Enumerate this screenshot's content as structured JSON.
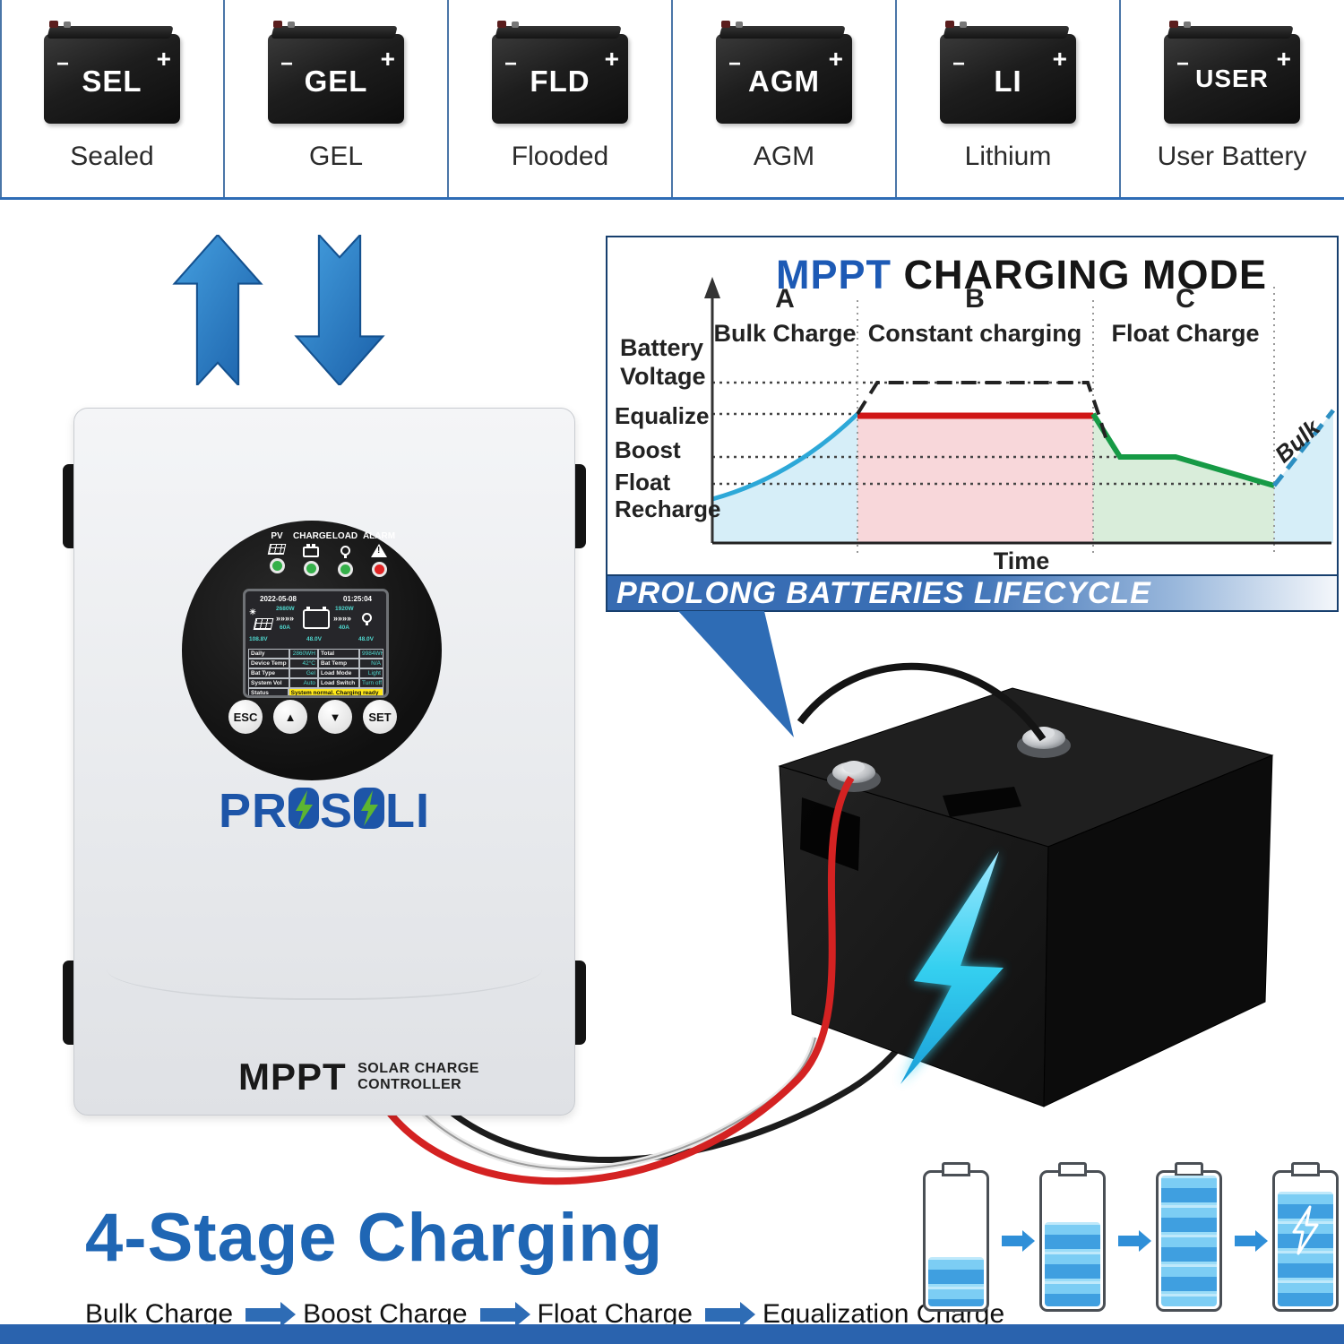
{
  "colors": {
    "accent_blue": "#2e6cb5",
    "title_blue": "#1d5ab5",
    "banner_blue": "#3a6fb5",
    "footer_bar_blue": "#2a63ae",
    "chart_bulk_line": "#2da8d8",
    "chart_constant_line": "#d01616",
    "chart_float_line": "#169a45",
    "chart_bulk_fill": "#d6eef8",
    "chart_constant_fill": "#f8d7da",
    "chart_float_fill": "#d9edda",
    "led_green": "#35b04a",
    "led_red": "#e02424",
    "lcd_value_teal": "#4fd6cd",
    "status_highlight_yellow": "#ffe818",
    "logo_blue": "#1d55a8",
    "logo_bolt_green": "#5cb531",
    "battery_bolt_cyan": "#35d0f0"
  },
  "battery_types": [
    {
      "code": "SEL",
      "label": "Sealed"
    },
    {
      "code": "GEL",
      "label": "GEL"
    },
    {
      "code": "FLD",
      "label": "Flooded"
    },
    {
      "code": "AGM",
      "label": "AGM"
    },
    {
      "code": "LI",
      "label": "Lithium"
    },
    {
      "code": "USER",
      "label": "User Battery"
    }
  ],
  "terminal_minus": "−",
  "terminal_plus": "+",
  "chart": {
    "title_accent": "MPPT",
    "title_rest": " CHARGING MODE",
    "y_label_line1": "Battery",
    "y_label_line2": "Voltage",
    "level_equalize": "Equalize",
    "level_boost": "Boost",
    "level_float": "Float",
    "level_recharge": "Recharge",
    "section_a_key": "A",
    "section_a_label": "Bulk Charge",
    "section_b_key": "B",
    "section_b_label": "Constant charging",
    "section_c_key": "C",
    "section_c_label": "Float Charge",
    "x_label": "Time",
    "bulk_return_label": "Bulk",
    "banner_text": "PROLONG BATTERIES LIFECYCLE"
  },
  "chart_data": {
    "type": "area",
    "title": "MPPT CHARGING MODE",
    "xlabel": "Time",
    "ylabel": "Battery Voltage",
    "x_range": [
      0,
      10
    ],
    "y_levels": {
      "float_recharge": 1.0,
      "boost": 1.45,
      "equalize": 2.2,
      "overshoot_peak": 2.75
    },
    "sections": [
      {
        "name": "A Bulk Charge",
        "x": [
          0,
          2.35
        ],
        "style": "solid cyan rising curve, light-blue area fill",
        "points": [
          [
            0,
            0.78
          ],
          [
            1.2,
            1.35
          ],
          [
            2.35,
            2.2
          ]
        ]
      },
      {
        "name": "B Constant charging",
        "x": [
          2.35,
          6.2
        ],
        "style": "solid red flat line at Equalize level, pink area fill",
        "points": [
          [
            2.35,
            2.2
          ],
          [
            6.2,
            2.2
          ]
        ]
      },
      {
        "name": "C Float Charge",
        "x": [
          6.2,
          9.15
        ],
        "style": "solid green: step down then slow decline, light-green area fill",
        "points": [
          [
            6.2,
            2.2
          ],
          [
            6.6,
            1.45
          ],
          [
            7.5,
            1.45
          ],
          [
            9.15,
            1.0
          ]
        ]
      },
      {
        "name": "Bulk recharge",
        "x": [
          9.15,
          10
        ],
        "style": "dashed blue rising line, light-blue area fill",
        "points": [
          [
            9.15,
            1.0
          ],
          [
            10,
            2.15
          ]
        ]
      }
    ],
    "annotations": [
      {
        "text": "black dashed overshoot above constant stage",
        "points": [
          [
            2.35,
            2.2
          ],
          [
            2.6,
            2.75
          ],
          [
            5.95,
            2.75
          ],
          [
            6.25,
            2.1
          ]
        ]
      }
    ],
    "grid": "dotted horizontal reference lines at each level; dotted vertical section dividers",
    "legend_position": "none"
  },
  "controller": {
    "indicators": [
      {
        "label": "PV",
        "led": "green"
      },
      {
        "label": "CHARGE",
        "led": "green"
      },
      {
        "label": "LOAD",
        "led": "green"
      },
      {
        "label": "ALARM",
        "led": "red"
      }
    ],
    "lcd": {
      "date": "2022-05-08",
      "time": "01:25:04",
      "pv_power": "2680W",
      "pv_current": "60A",
      "pv_voltage": "108.8V",
      "flow_arrows_left": "»»»»",
      "flow_arrows_right": "»»»»",
      "battery_voltage": "48.0V",
      "load_power": "1920W",
      "load_current": "40A",
      "load_voltage": "48.0V",
      "rows": [
        {
          "k1": "Daily",
          "v1": "2860WH",
          "k2": "Total",
          "v2": "9984WH"
        },
        {
          "k1": "Device Temp",
          "v1": "42°C",
          "k2": "Bat Temp",
          "v2": "N/A"
        },
        {
          "k1": "Bat Type",
          "v1": "Gel",
          "k2": "Load Mode",
          "v2": "Light"
        },
        {
          "k1": "System Vol",
          "v1": "Auto",
          "k2": "Load Switch",
          "v2": "Turn off"
        }
      ],
      "status_key": "Status",
      "status_value": "System normal. Charging ready"
    },
    "buttons": {
      "esc": "ESC",
      "up": "▲",
      "down": "▼",
      "set": "SET"
    },
    "brand_seg1": "PR",
    "brand_seg2": "S",
    "brand_seg3": "LI",
    "product_name": "MPPT",
    "product_sub1": "SOLAR CHARGE",
    "product_sub2": "CONTROLLER"
  },
  "footer": {
    "heading": "4-Stage Charging",
    "stage1": "Bulk Charge",
    "stage2": "Boost Charge",
    "stage3": "Float Charge",
    "stage4": "Equalization Charge"
  }
}
